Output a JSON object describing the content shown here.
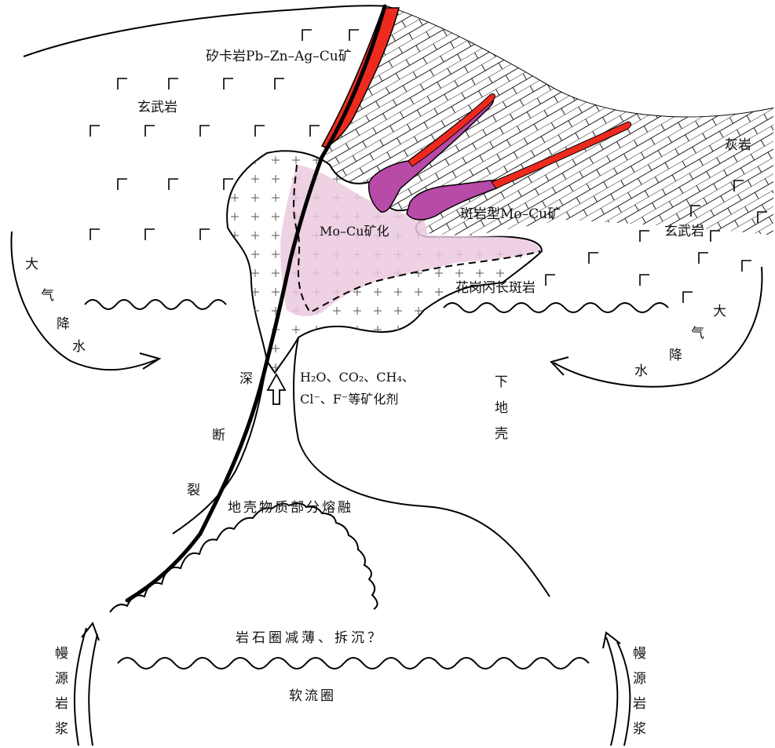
{
  "colors": {
    "fault": "#000000",
    "skarn": "#ee2a1e",
    "porphyry_ore": "#b84aa8",
    "mineralization_zone": "#ebc9de",
    "outline": "#000000",
    "background": "#ffffff"
  },
  "labels": {
    "skarn_ore": "矽卡岩Pb–Zn–Ag–Cu矿",
    "basalt_left": "玄武岩",
    "basalt_right": "玄武岩",
    "limestone": "灰岩",
    "mo_cu_mineralization": "Mo–Cu矿化",
    "porphyry_mo_cu": "斑岩型Mo–Cu矿",
    "granodiorite_porphyry": "花岗闪长斑岩",
    "fluids_line1": "H₂O、CO₂、CH₄、",
    "fluids_line2": "Cl⁻、F⁻等矿化剂",
    "crust_partial_melting": "地壳物质部分熔融",
    "lithosphere_thinning": "岩石圈减薄、拆沉？",
    "asthenosphere": "软流圈"
  },
  "vertical_labels": {
    "meteoric_left": [
      "大",
      "气",
      "降",
      "水"
    ],
    "meteoric_right": [
      "大",
      "气",
      "降",
      "水"
    ],
    "deep_fault": [
      "深",
      "断",
      "裂"
    ],
    "lower_crust": [
      "下",
      "地",
      "壳"
    ],
    "mantle_magma_left": [
      "幔",
      "源",
      "岩",
      "浆"
    ],
    "mantle_magma_right": [
      "幔",
      "源",
      "岩",
      "浆"
    ]
  },
  "icons": {
    "basalt_symbol": "basalt-corner-icon",
    "granite_symbol": "plus-cross-icon",
    "limestone_symbol": "brick-pattern-icon",
    "flow_arrow": "curved-arrow-icon",
    "fluid_arrow": "hollow-up-arrow-icon"
  }
}
